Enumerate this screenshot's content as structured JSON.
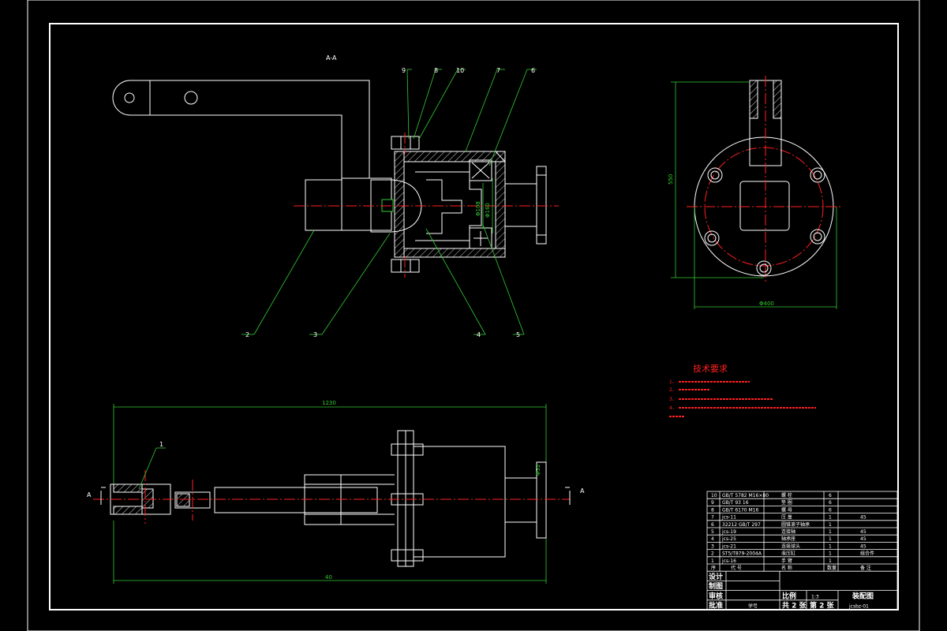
{
  "drawing": {
    "section_label": "A-A",
    "view_marker": "A",
    "view_marker_right": "A",
    "tech_req_title": "技术要求",
    "tech_req_items": [
      "1、",
      "2、",
      "3、",
      "4、"
    ],
    "dims": {
      "top_length": "1230",
      "bottom_length": "40",
      "height_right": "550",
      "diameter_right": "Φ400",
      "vertical_right_small": "Φ52",
      "vertical_inner_1": "Φ108",
      "vertical_inner_2": "Φ160"
    },
    "balloons": {
      "b1": "1",
      "b2": "2",
      "b3": "3",
      "b4": "4",
      "b5": "5",
      "b6": "6",
      "b7": "7",
      "b8": "8",
      "b9": "9",
      "b10": "10"
    }
  },
  "bom": {
    "rows": [
      {
        "no": "10",
        "code": "GB/T 5782 M16×80",
        "name": "螺 栓",
        "qty": "6",
        "mat": ""
      },
      {
        "no": "9",
        "code": "GB/T 93 16",
        "name": "垫 圈",
        "qty": "6",
        "mat": ""
      },
      {
        "no": "8",
        "code": "GB/T 6170 M16",
        "name": "螺 母",
        "qty": "6",
        "mat": ""
      },
      {
        "no": "7",
        "code": "jcs-11",
        "name": "压 盖",
        "qty": "1",
        "mat": "45"
      },
      {
        "no": "6",
        "code": "32212 GB/T 297",
        "name": "圆锥滚子轴承",
        "qty": "1",
        "mat": ""
      },
      {
        "no": "5",
        "code": "jcs-19",
        "name": "连接轴",
        "qty": "1",
        "mat": "45"
      },
      {
        "no": "4",
        "code": "jcs-25",
        "name": "轴承座",
        "qty": "1",
        "mat": "45"
      },
      {
        "no": "3",
        "code": "jcs-21",
        "name": "连接球头",
        "qty": "1",
        "mat": "45"
      },
      {
        "no": "2",
        "code": "ST5/T879-2004A",
        "name": "液压缸",
        "qty": "1",
        "mat": "组合件"
      },
      {
        "no": "1",
        "code": "jcs-16",
        "name": "手 臂",
        "qty": "1",
        "mat": ""
      }
    ],
    "header": {
      "no": "序",
      "code": "代 号",
      "name": "名 称",
      "qty": "数量",
      "mat": "备 注"
    }
  },
  "title_block": {
    "design": "设计",
    "draw": "制图",
    "check": "审核",
    "approve": "批准",
    "school": "学号",
    "scale_label": "比例",
    "scale_value": "1:3",
    "sheet_label": "共 2 张",
    "sheet_of": "第 2 张",
    "title": "装配图",
    "drawing_no": "jcsbz-01"
  }
}
